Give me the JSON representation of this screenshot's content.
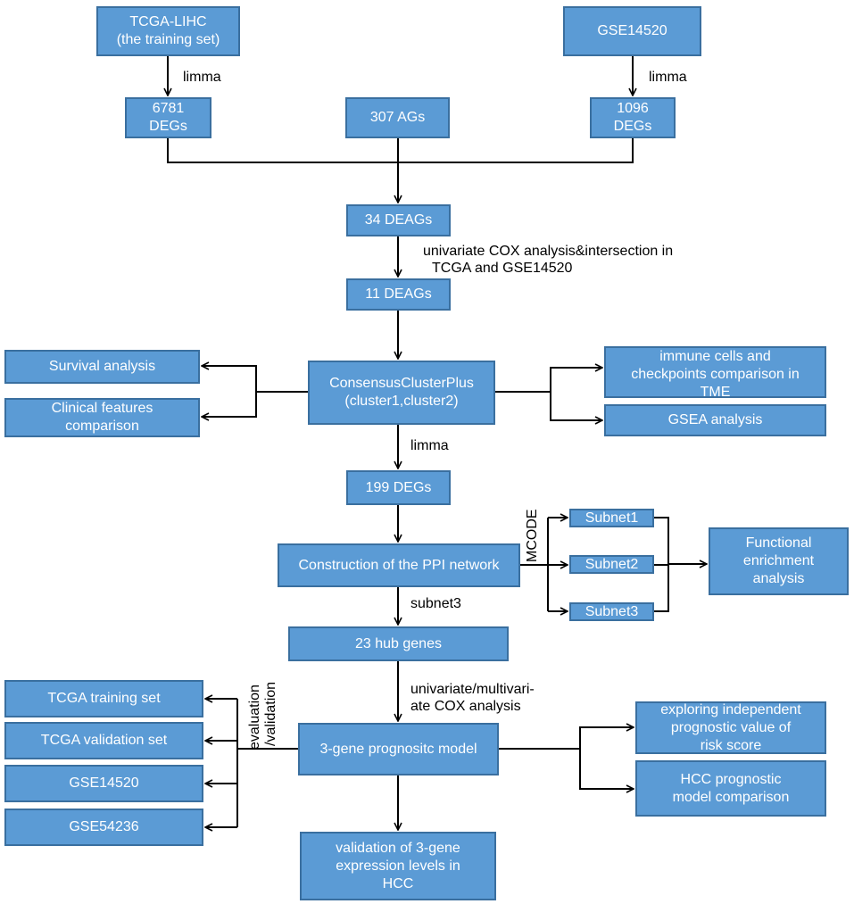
{
  "boxes": {
    "tcga_lihc": [
      "TCGA-LIHC",
      "(the training set)"
    ],
    "gse14520_top": [
      "GSE14520"
    ],
    "degs_6781": [
      "6781",
      "DEGs"
    ],
    "ags_307": [
      "307 AGs"
    ],
    "degs_1096": [
      "1096",
      "DEGs"
    ],
    "deags_34": [
      "34 DEAGs"
    ],
    "deags_11": [
      "11 DEAGs"
    ],
    "survival": [
      "Survival analysis"
    ],
    "clinical": [
      "Clinical features",
      "comparison"
    ],
    "consensus": [
      "ConsensusClusterPlus",
      "(cluster1,cluster2)"
    ],
    "immune": [
      "immune cells and",
      "checkpoints comparison in",
      "TME"
    ],
    "gsea": [
      "GSEA analysis"
    ],
    "degs_199": [
      "199 DEGs"
    ],
    "ppi": [
      "Construction of the PPI network"
    ],
    "subnet1": [
      "Subnet1"
    ],
    "subnet2": [
      "Subnet2"
    ],
    "subnet3": [
      "Subnet3"
    ],
    "functional": [
      "Functional",
      "enrichment",
      "analysis"
    ],
    "hub": [
      "23 hub genes"
    ],
    "tcga_train": [
      "TCGA training set"
    ],
    "tcga_valid": [
      "TCGA validation set"
    ],
    "gse14520_bottom": [
      "GSE14520"
    ],
    "gse54236": [
      "GSE54236"
    ],
    "model": [
      "3-gene prognositc model"
    ],
    "exploring": [
      "exploring independent",
      "prognostic value of",
      "risk score"
    ],
    "hcc_model": [
      "HCC prognostic",
      "model comparison"
    ],
    "validation": [
      "validation of 3-gene",
      "expression levels  in",
      "HCC"
    ]
  },
  "labels": {
    "limma_left": "limma",
    "limma_right": "limma",
    "cox_line1": "univariate COX analysis&intersection in",
    "cox_line2": "TCGA and GSE14520",
    "limma_mid": "limma",
    "mcode": "MCODE",
    "subnet3_label": "subnet3",
    "uni_multi_line1": "univariate/multivari-",
    "uni_multi_line2": "ate COX analysis",
    "evaluation": "evaluation",
    "validation_label": "/validation"
  },
  "colors": {
    "box_fill": "#5b9bd5",
    "box_border": "#3a6f9f",
    "text_on_box": "#ffffff",
    "line": "#000000"
  }
}
